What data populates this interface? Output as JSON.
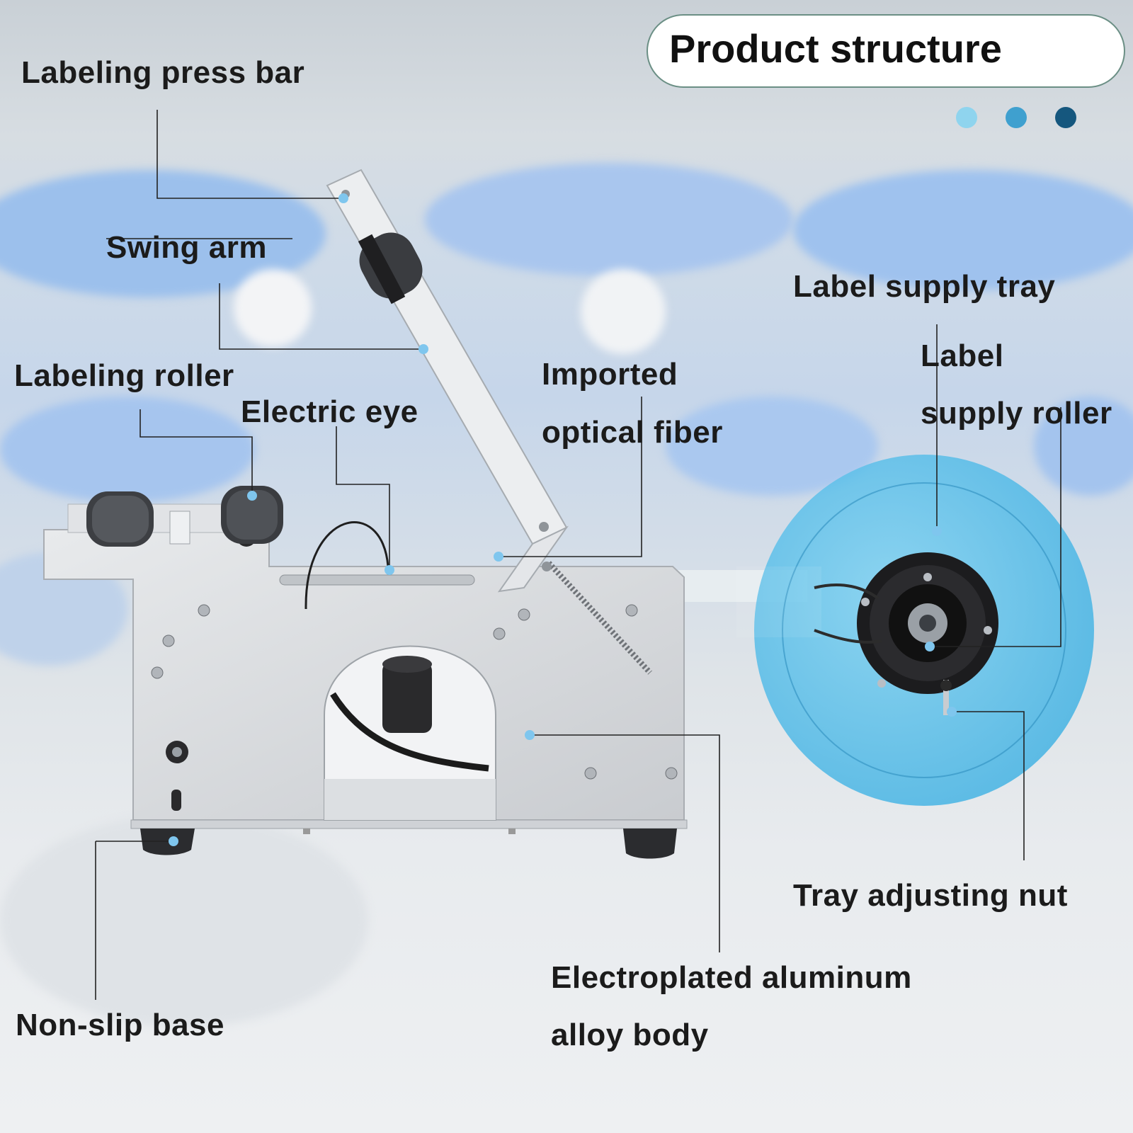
{
  "title": "Product structure",
  "colors": {
    "dot_light": "#8fd4ee",
    "dot_mid": "#3fa0cf",
    "dot_dark": "#15577e",
    "tray_blue": "#5ec4ec",
    "machine_body": "#d7d9db",
    "leader_line": "#222222",
    "marker_dot": "#7fc6ee"
  },
  "labels": {
    "labeling_press_bar": "Labeling press bar",
    "swing_arm": "Swing arm",
    "labeling_roller": "Labeling roller",
    "electric_eye": "Electric eye",
    "imported_optical_fiber_1": "Imported",
    "imported_optical_fiber_2": "optical fiber",
    "label_supply_tray": "Label supply tray",
    "label_supply_roller_1": "Label",
    "label_supply_roller_2": "supply roller",
    "tray_adjusting_nut": "Tray adjusting nut",
    "electroplated_body_1": "Electroplated aluminum",
    "electroplated_body_2": "alloy body",
    "non_slip_base": "Non-slip base"
  }
}
